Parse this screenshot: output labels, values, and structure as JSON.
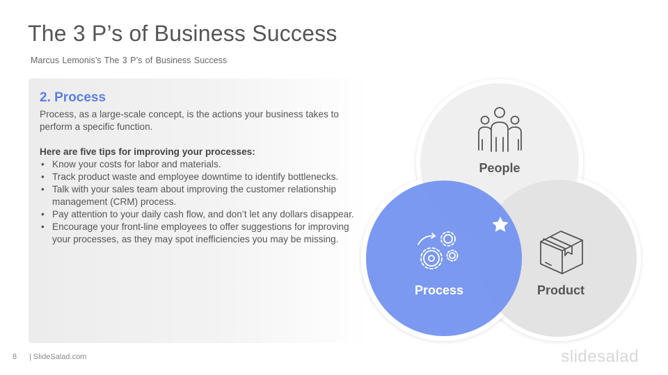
{
  "slide": {
    "title": "The 3 P’s of Business Success",
    "subtitle": "Marcus  Lemonis’s  The 3 P’s of Business  Success",
    "page_number": "8",
    "site": "| SlideSalad.com",
    "brand": "slidesalad"
  },
  "content": {
    "heading": "2. Process",
    "intro": "Process, as a large-scale concept, is the actions your business takes to perform a specific function.",
    "tips_heading": "Here are five tips for improving your processes:",
    "tips": [
      "Know your costs for labor and materials.",
      "Track product waste and employee downtime to identify bottlenecks.",
      "Talk with your sales team about improving the customer relationship management (CRM) process.",
      "Pay attention to your daily cash flow, and don’t let any dollars disappear.",
      "Encourage your front-line employees to offer suggestions for improving your processes, as they may spot inefficiencies you may be missing."
    ]
  },
  "venn": {
    "people_label": "People",
    "process_label": "Process",
    "product_label": "Product",
    "people_icon": "people-group-icon",
    "process_icon": "gears-icon",
    "product_icon": "box-icon",
    "marker_icon": "star-icon",
    "colors": {
      "process_fill": "#7393ef",
      "people_fill": "#efefef",
      "product_fill": "#e3e3e3",
      "label_dark": "#555555",
      "label_light": "#ffffff"
    }
  }
}
